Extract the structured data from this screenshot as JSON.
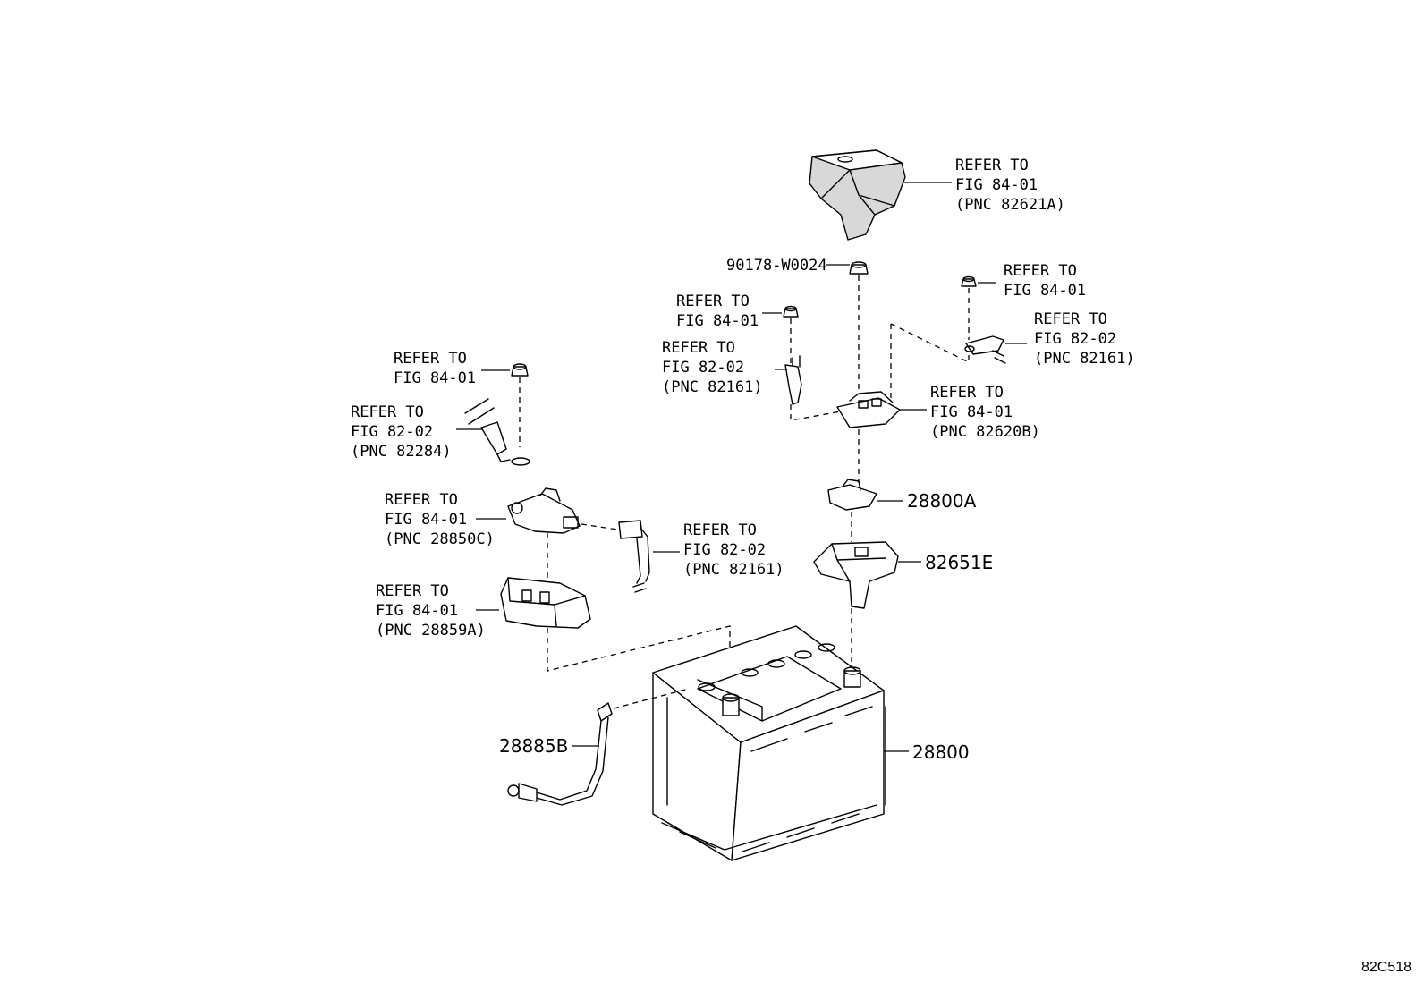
{
  "callouts": {
    "c82621A": [
      "REFER TO",
      "FIG 84-01",
      "(PNC 82621A)"
    ],
    "c90178": "90178-W0024",
    "cRefA": [
      "REFER TO",
      "FIG 84-01"
    ],
    "cRefB": [
      "REFER TO",
      "FIG 84-01"
    ],
    "c82161a": [
      "REFER TO",
      "FIG 82-02",
      "(PNC 82161)"
    ],
    "c82161b": [
      "REFER TO",
      "FIG 82-02",
      "(PNC 82161)"
    ],
    "c82620B": [
      "REFER TO",
      "FIG 84-01",
      "(PNC 82620B)"
    ],
    "cRefC": [
      "REFER TO",
      "FIG 84-01"
    ],
    "c82284": [
      "REFER TO",
      "FIG 82-02",
      "(PNC 82284)"
    ],
    "c28850C": [
      "REFER TO",
      "FIG 84-01",
      "(PNC 28850C)"
    ],
    "c82161c": [
      "REFER TO",
      "FIG 82-02",
      "(PNC 82161)"
    ],
    "c28859A": [
      "REFER TO",
      "FIG 84-01",
      "(PNC 28859A)"
    ]
  },
  "parts": {
    "p28800A": "28800A",
    "p82651E": "82651E",
    "p28885B": "28885B",
    "p28800": "28800"
  },
  "figure_ref": "82C518"
}
